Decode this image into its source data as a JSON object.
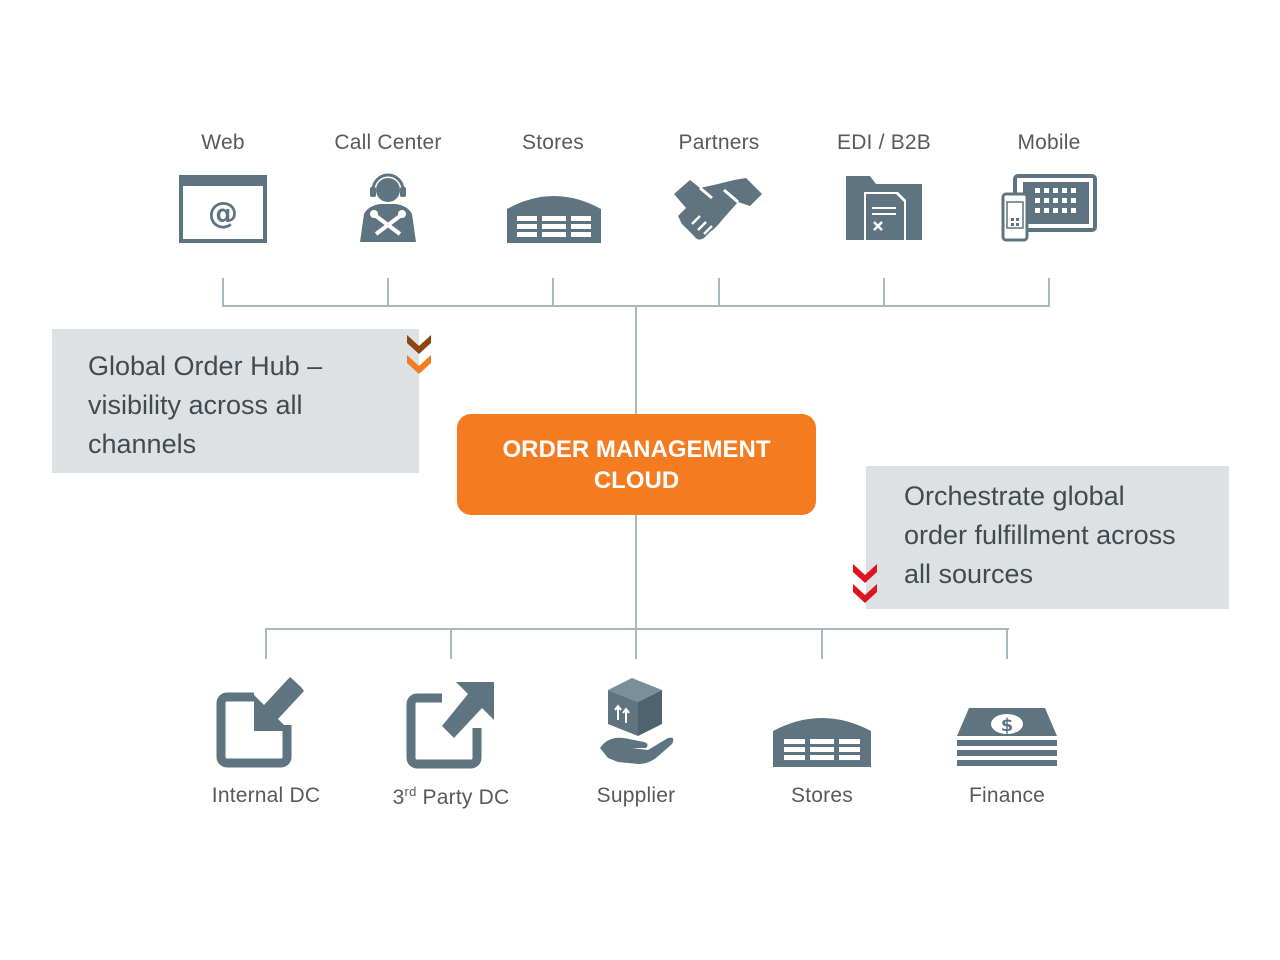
{
  "channels": [
    {
      "label": "Web",
      "icon": "web-browser-icon"
    },
    {
      "label": "Call  Center",
      "icon": "call-center-agent-icon"
    },
    {
      "label": "Stores",
      "icon": "store-building-icon"
    },
    {
      "label": "Partners",
      "icon": "handshake-icon"
    },
    {
      "label": "EDI / B2B",
      "icon": "edi-folder-icon"
    },
    {
      "label": "Mobile",
      "icon": "mobile-tablet-icon"
    }
  ],
  "hub": {
    "line1": "ORDER MANAGEMENT",
    "line2": "CLOUD"
  },
  "notes": {
    "left": {
      "line1": "Global Order Hub –",
      "line2": "visibility across all",
      "line3": "channels"
    },
    "right": {
      "line1": "Orchestrate global",
      "line2": "order fulfillment across",
      "line3": "all sources"
    }
  },
  "sources": [
    {
      "label": "Internal DC",
      "icon": "inbound-arrow-icon"
    },
    {
      "label_sup": "rd",
      "label_prefix": "3",
      "label_rest": " Party DC",
      "icon": "outbound-arrow-icon"
    },
    {
      "label": "Supplier",
      "icon": "supplier-box-hand-icon"
    },
    {
      "label": "Stores",
      "icon": "store-building-icon"
    },
    {
      "label": "Finance",
      "icon": "money-stack-icon"
    }
  ],
  "colors": {
    "icon": "#5e7480",
    "connector": "#a9b7bf",
    "hub": "#f47b20",
    "note_bg": "#dde1e3",
    "chevron_brown": "#8b4513",
    "chevron_orange": "#f47b20",
    "chevron_red": "#e0141e"
  }
}
